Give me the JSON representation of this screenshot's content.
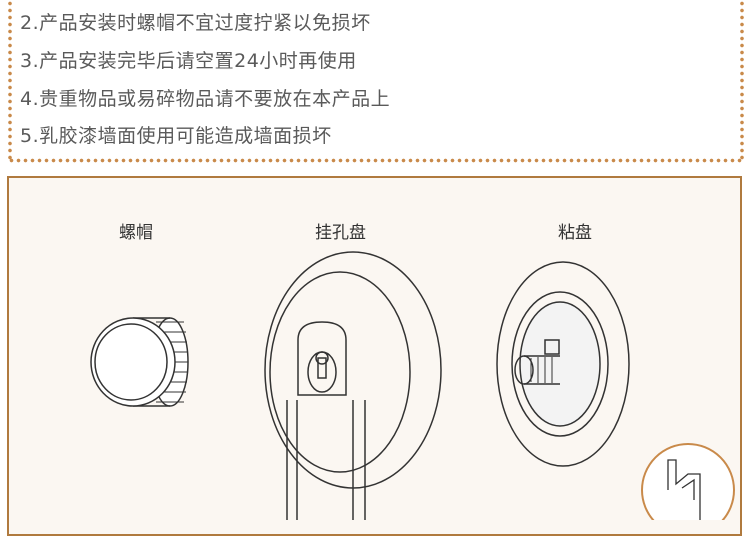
{
  "notes": [
    "2.产品安装时螺帽不宜过度拧紧以免损坏",
    "3.产品安装完毕后请空置24小时再使用",
    "4.贵重物品或易碎物品请不要放在本产品上",
    "5.乳胶漆墙面使用可能造成墙面损坏"
  ],
  "parts": {
    "nut": "螺帽",
    "hook_plate": "挂孔盘",
    "sticky_plate": "粘盘"
  },
  "colors": {
    "accent": "#c98a4a",
    "frame": "#b07a3e",
    "text": "#5a5a5a"
  }
}
